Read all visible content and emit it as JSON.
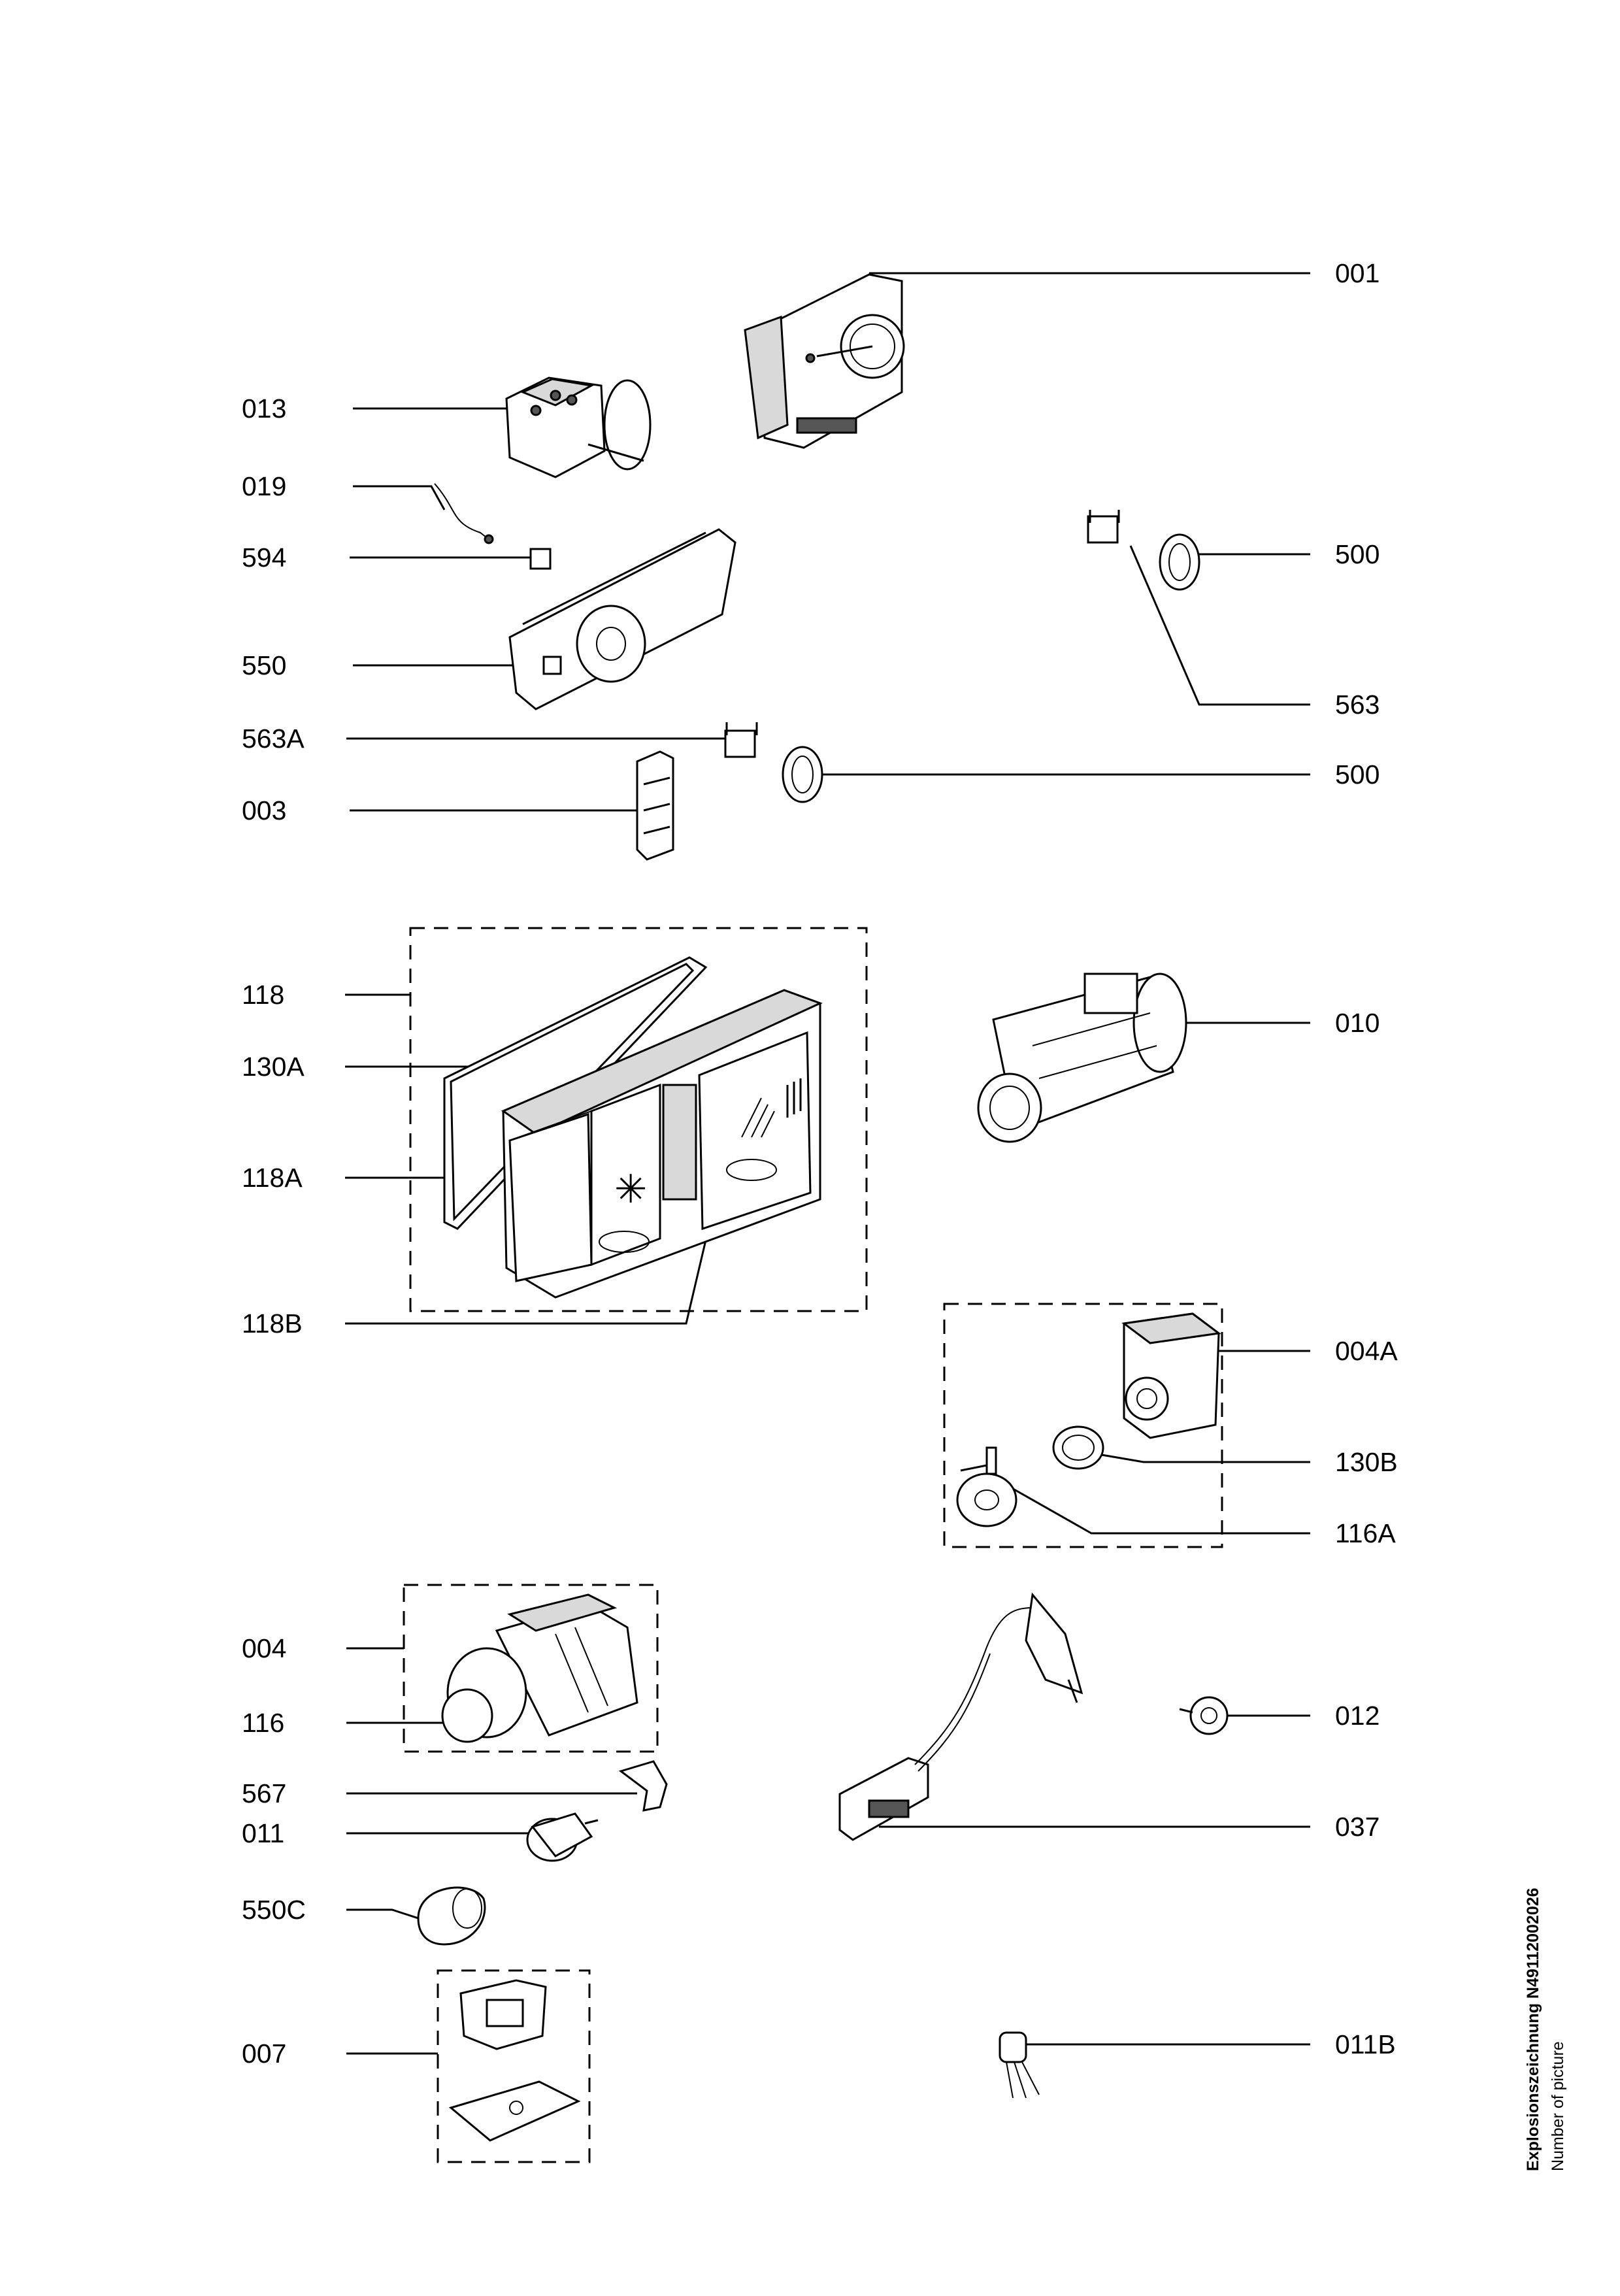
{
  "labels_left": {
    "l013": "013",
    "l019": "019",
    "l594": "594",
    "l550": "550",
    "l563A": "563A",
    "l003": "003",
    "l118": "118",
    "l130A": "130A",
    "l118A": "118A",
    "l118B": "118B",
    "l004": "004",
    "l116": "116",
    "l567": "567",
    "l011": "011",
    "l550C": "550C",
    "l007": "007"
  },
  "labels_right": {
    "l001": "001",
    "l500a": "500",
    "l563": "563",
    "l500b": "500",
    "l010": "010",
    "l004A": "004A",
    "l130B": "130B",
    "l116A": "116A",
    "l012": "012",
    "l037": "037",
    "l011B": "011B"
  },
  "caption": {
    "title": "Explosionszeichnung N49112002026",
    "subtitle": "Number of picture"
  }
}
